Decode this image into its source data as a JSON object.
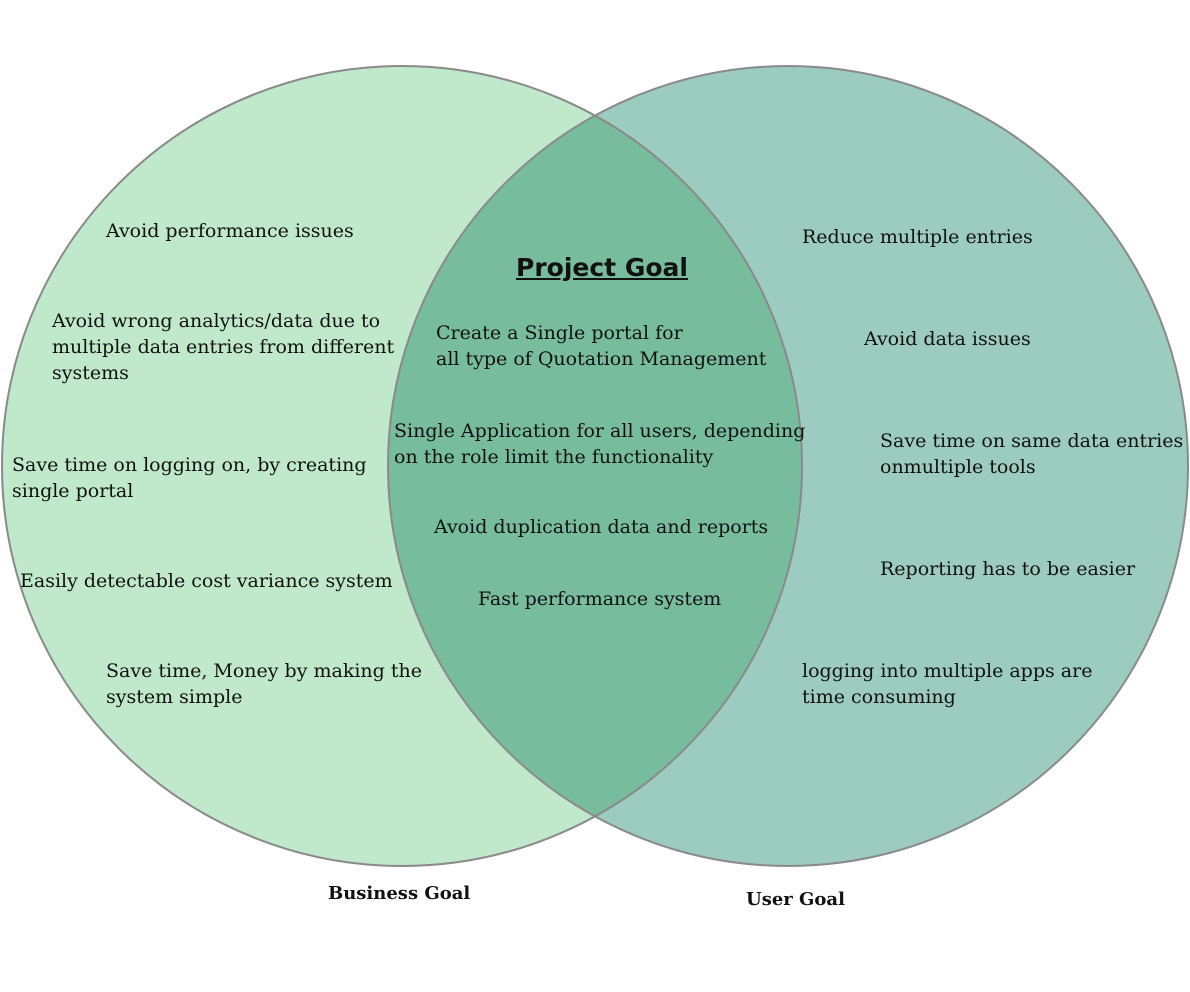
{
  "colors": {
    "business_fill": "#c0e8ca",
    "user_fill": "#9ccbbf",
    "overlap_fill": "#78bc9e",
    "outline": "#8a8a8a"
  },
  "center": {
    "title": "Project Goal",
    "items": [
      {
        "lines": [
          "Create a Single portal for",
          "all type of Quotation Management"
        ]
      },
      {
        "lines": [
          "Single Application for all users, depending",
          "on the role limit the functionality"
        ]
      },
      {
        "lines": [
          "Avoid duplication data and reports"
        ]
      },
      {
        "lines": [
          "Fast performance system"
        ]
      }
    ]
  },
  "business": {
    "caption": "Business Goal",
    "items": [
      {
        "lines": [
          "Avoid performance issues"
        ]
      },
      {
        "lines": [
          "Avoid wrong analytics/data due to",
          "multiple data entries from different",
          "systems"
        ]
      },
      {
        "lines": [
          "Save time on logging on, by creating",
          "single portal"
        ]
      },
      {
        "lines": [
          "Easily detectable cost variance system"
        ]
      },
      {
        "lines": [
          "Save time, Money by making the",
          "system simple"
        ]
      }
    ]
  },
  "user": {
    "caption": "User Goal",
    "items": [
      {
        "lines": [
          "Reduce multiple entries"
        ]
      },
      {
        "lines": [
          "Avoid data issues"
        ]
      },
      {
        "lines": [
          "Save time on same data entries",
          "onmultiple tools"
        ]
      },
      {
        "lines": [
          "Reporting has to be easier"
        ]
      },
      {
        "lines": [
          "logging into multiple apps are",
          "time consuming"
        ]
      }
    ]
  }
}
